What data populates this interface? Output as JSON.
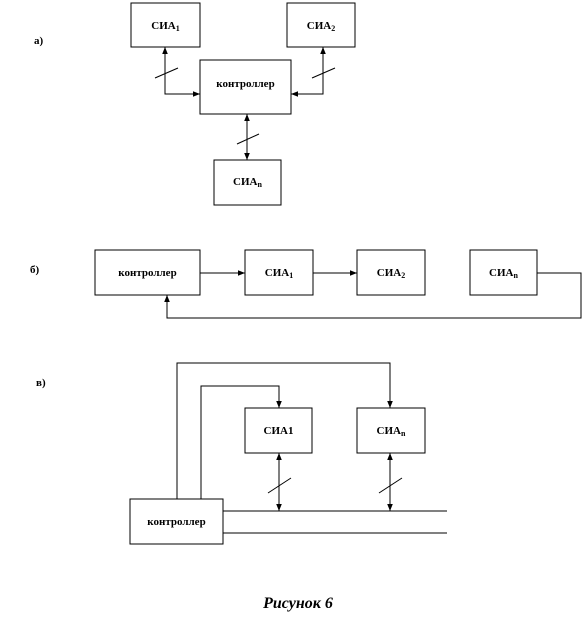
{
  "sections": {
    "a": {
      "label": "а)",
      "sia1": {
        "base": "СИА",
        "sub": "1"
      },
      "sia2": {
        "base": "СИА",
        "sub": "2"
      },
      "controller": "контроллер",
      "sian": {
        "base": "СИА",
        "sub": "n"
      }
    },
    "b": {
      "label": "б)",
      "controller": "контроллер",
      "sia1": {
        "base": "СИА",
        "sub": "1"
      },
      "sia2": {
        "base": "СИА",
        "sub": "2"
      },
      "sian": {
        "base": "СИА",
        "sub": "n"
      }
    },
    "c": {
      "label": "в)",
      "sia1": "СИА1",
      "sian": {
        "base": "СИА",
        "sub": "n"
      },
      "controller": "контроллер"
    }
  },
  "caption": "Рисунок 6",
  "colors": {
    "stroke": "#000000",
    "background": "#ffffff"
  }
}
